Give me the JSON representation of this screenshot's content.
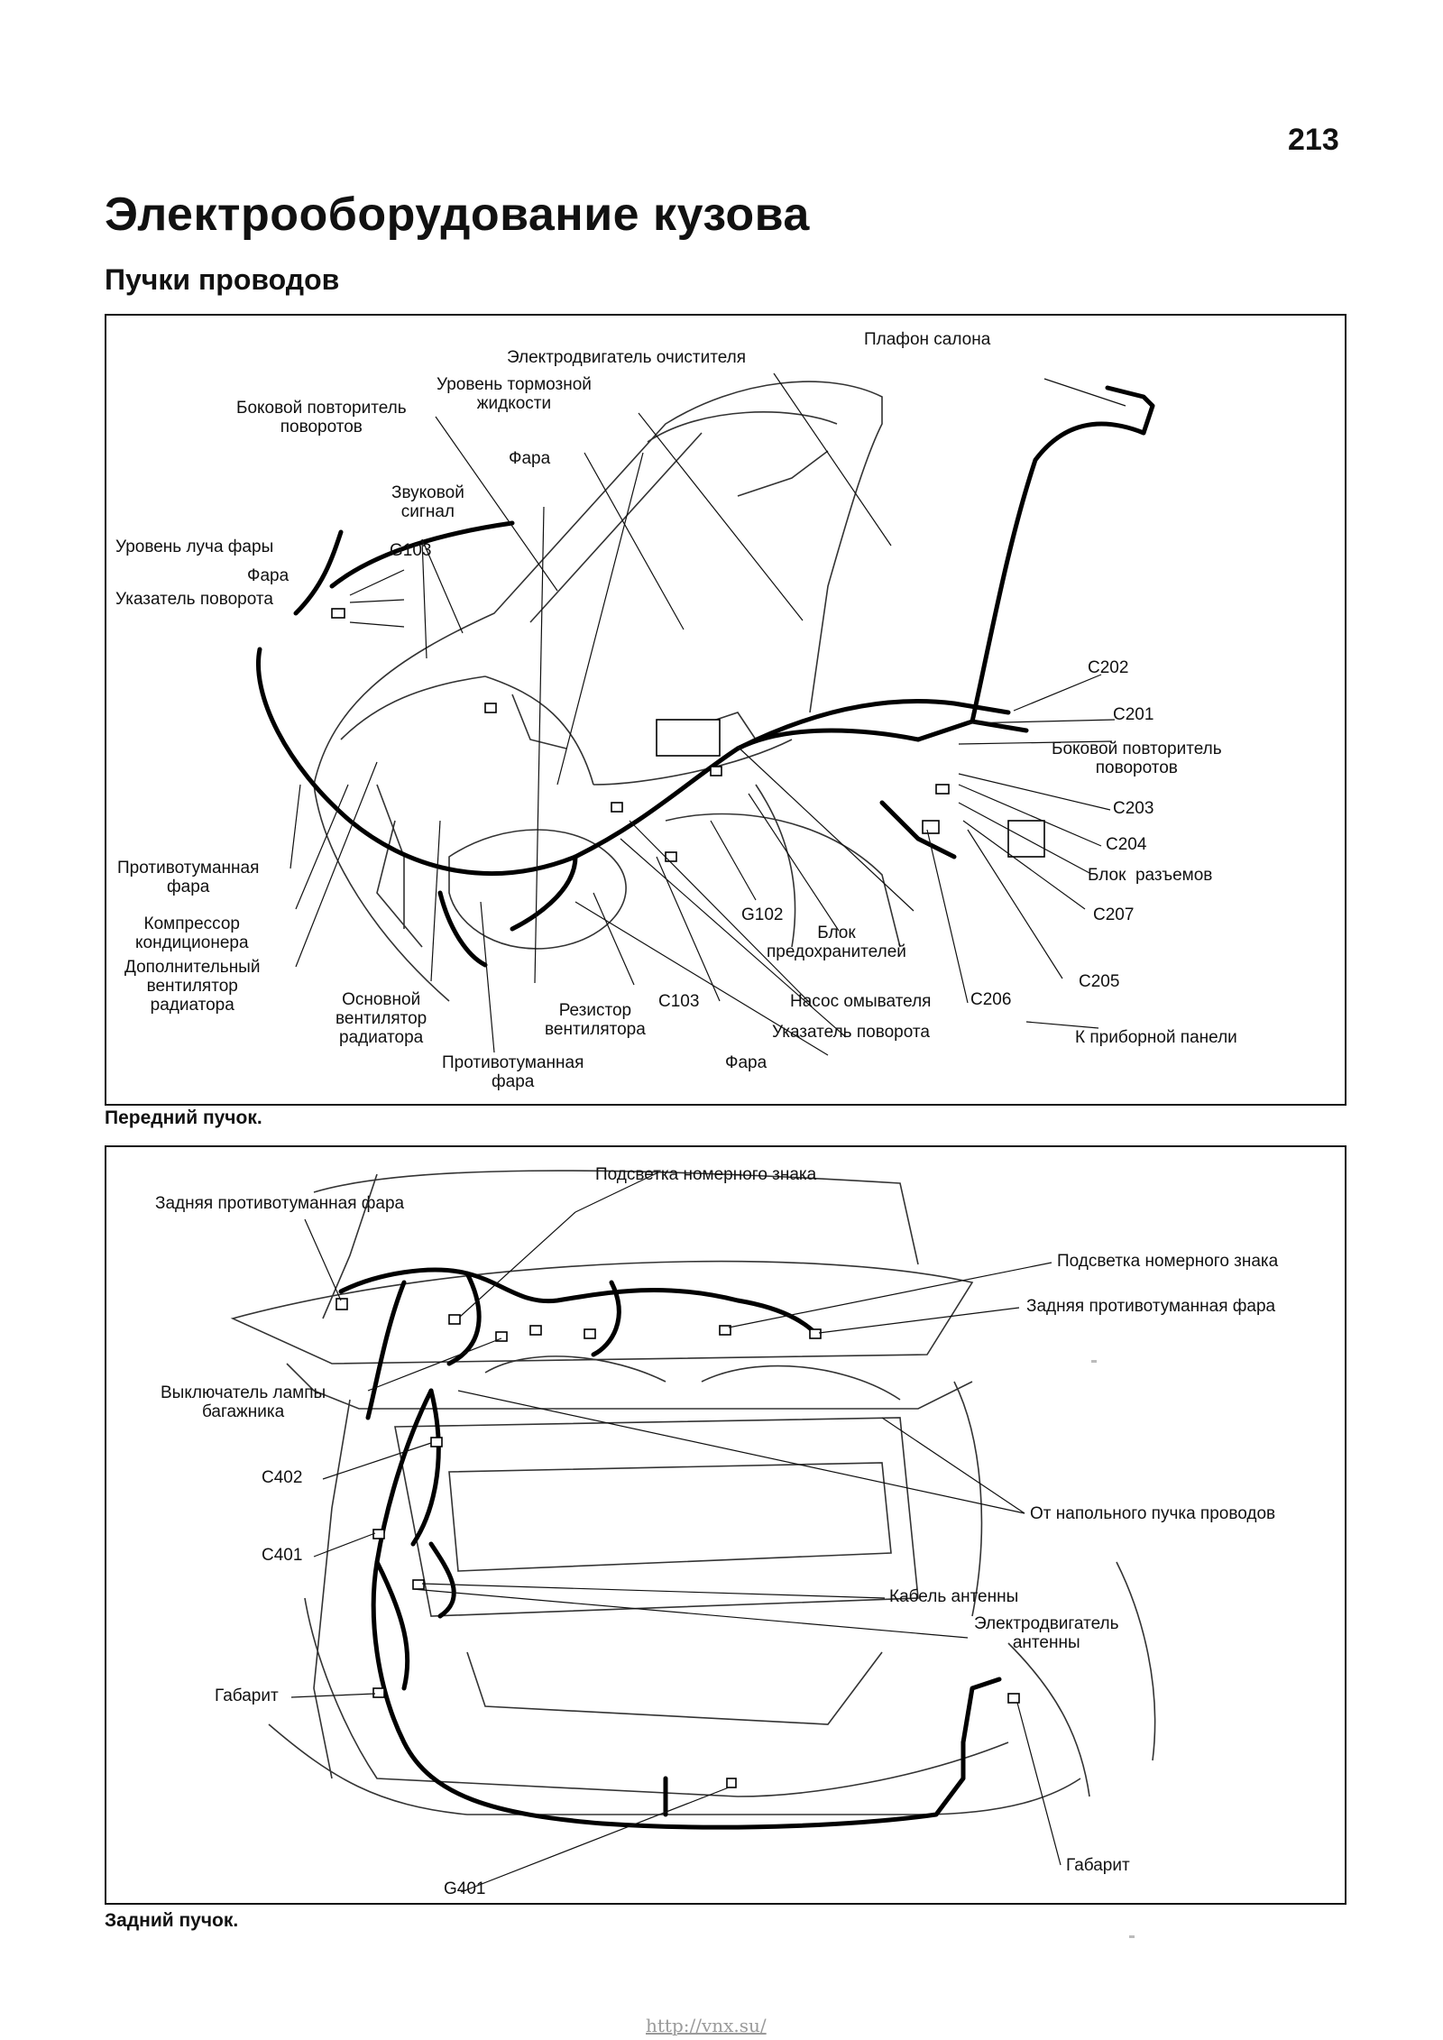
{
  "page": {
    "number": "213",
    "title": "Электрооборудование кузова",
    "subtitle": "Пучки проводов",
    "footer_url": "http://vnx.su/"
  },
  "front": {
    "caption": "Передний пучок.",
    "labels": {
      "interior_lamp": "Плафон салона",
      "wiper_motor": "Электродвигатель очистителя",
      "brake_fluid": "Уровень тормозной\nжидкости",
      "side_repeater_left": "Боковой повторитель\nповоротов",
      "headlamp_top": "Фара",
      "horn": "Звуковой\nсигнал",
      "g103": "G103",
      "beam_level": "Уровень луча фары",
      "headlamp_left": "Фара",
      "turn_signal_left": "Указатель поворота",
      "c202": "C202",
      "c201": "C201",
      "side_repeater_right": "Боковой повторитель\nповоротов",
      "c203": "C203",
      "c204": "C204",
      "connector_block": "Блок  разъемов",
      "c207": "C207",
      "fog_lamp_left": "Противотуманная\nфара",
      "ac_compressor": "Компрессор\nкондиционера",
      "aux_fan": "Дополнительный\nвентилятор\nрадиатора",
      "g102": "G102",
      "fuse_block": "Блок\nпредохранителей",
      "c205": "C205",
      "c206": "C206",
      "main_fan": "Основной\nвентилятор\nрадиатора",
      "fan_resistor": "Резистор\nвентилятора",
      "c103": "C103",
      "washer_pump": "Насос омывателя",
      "turn_signal_right": "Указатель поворота",
      "to_instrument_panel": "К приборной панели",
      "fog_lamp_bottom": "Противотуманная\nфара",
      "headlamp_bottom": "Фара"
    }
  },
  "rear": {
    "caption": "Задний пучок.",
    "labels": {
      "plate_light_top": "Подсветка номерного знака",
      "rear_fog_left": "Задняя противотуманная фара",
      "plate_light_right": "Подсветка номерного знака",
      "rear_fog_right": "Задняя противотуманная фара",
      "trunk_switch": "Выключатель лампы\nбагажника",
      "c402": "C402",
      "from_floor_harness": "От напольного пучка проводов",
      "c401": "C401",
      "antenna_cable": "Кабель антенны",
      "antenna_motor": "Электродвигатель\nантенны",
      "side_marker_left": "Габарит",
      "side_marker_right": "Габарит",
      "g401": "G401"
    }
  }
}
